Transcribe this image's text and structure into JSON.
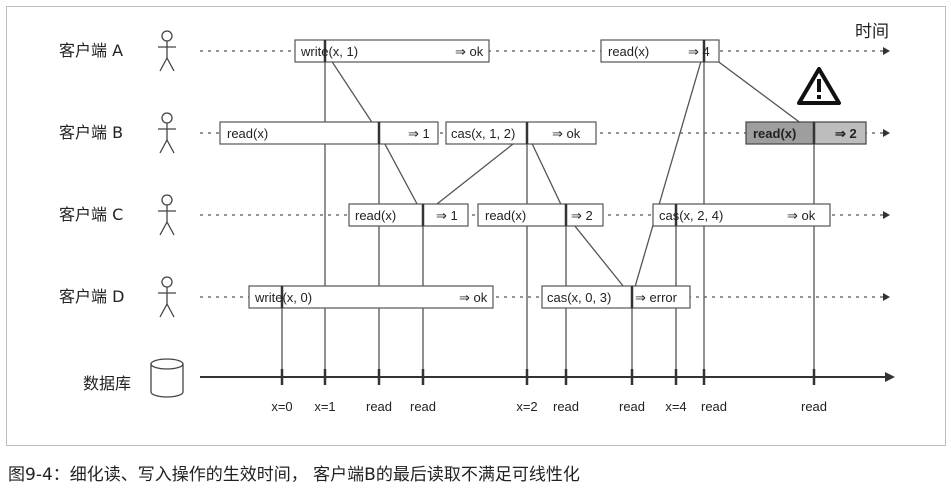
{
  "time_label": "时间",
  "clients": [
    {
      "id": "a",
      "label": "客户端 A"
    },
    {
      "id": "b",
      "label": "客户端 B"
    },
    {
      "id": "c",
      "label": "客户端 C"
    },
    {
      "id": "d",
      "label": "客户端 D"
    }
  ],
  "ops": [
    {
      "id": "a-write",
      "client": "a",
      "op": "write(x, 1)",
      "result": "⇒ ok",
      "highlight": false
    },
    {
      "id": "a-read",
      "client": "a",
      "op": "read(x)",
      "result": "⇒ 4",
      "highlight": false
    },
    {
      "id": "b-read1",
      "client": "b",
      "op": "read(x)",
      "result": "⇒ 1",
      "highlight": false
    },
    {
      "id": "b-cas",
      "client": "b",
      "op": "cas(x, 1, 2)",
      "result": "⇒ ok",
      "highlight": false
    },
    {
      "id": "b-read2",
      "client": "b",
      "op": "read(x)",
      "result": "⇒ 2",
      "highlight": true
    },
    {
      "id": "c-read1",
      "client": "c",
      "op": "read(x)",
      "result": "⇒ 1",
      "highlight": false
    },
    {
      "id": "c-read2",
      "client": "c",
      "op": "read(x)",
      "result": "⇒ 2",
      "highlight": false
    },
    {
      "id": "c-cas",
      "client": "c",
      "op": "cas(x, 2, 4)",
      "result": "⇒ ok",
      "highlight": false
    },
    {
      "id": "d-write",
      "client": "d",
      "op": "write(x, 0)",
      "result": "⇒ ok",
      "highlight": false
    },
    {
      "id": "d-cas",
      "client": "d",
      "op": "cas(x, 0, 3)",
      "result": "⇒ error",
      "highlight": false
    }
  ],
  "database": {
    "label": "数据库",
    "ticks": [
      "x=0",
      "x=1",
      "read",
      "read",
      "x=2",
      "read",
      "read",
      "x=4",
      "read",
      "read"
    ]
  },
  "warning_icon": "warning-triangle-icon",
  "caption": "图9-4：细化读、写入操作的生效时间， 客户端B的最后读取不满足可线性化",
  "colors": {
    "line": "#555555",
    "highlight_fill": "#9e9e9e",
    "highlight_result_fill": "#bdbdbd"
  }
}
